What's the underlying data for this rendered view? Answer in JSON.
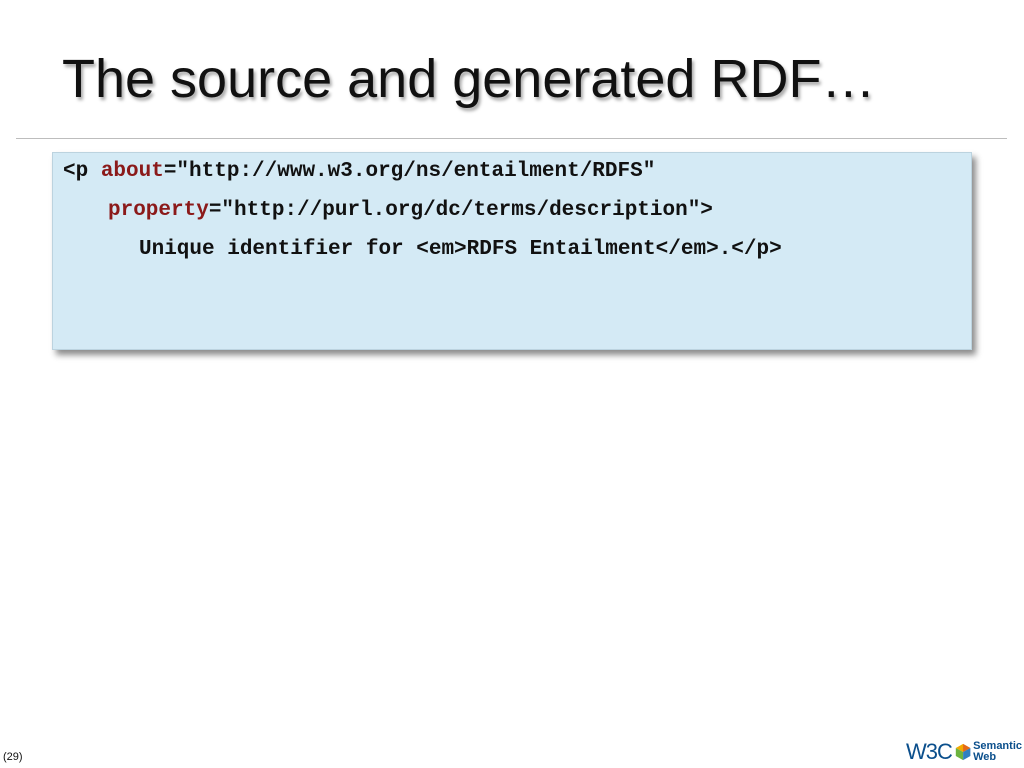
{
  "slide": {
    "title": "The source and generated RDF…",
    "page_number": "(29)"
  },
  "code": {
    "line1": {
      "prefix": "<p ",
      "attr": "about",
      "value": "=\"http://www.w3.org/ns/entailment/RDFS\""
    },
    "line2": {
      "attr": "property",
      "value": "=\"http://purl.org/dc/terms/description\">"
    },
    "line3": {
      "text": "Unique identifier for <em>RDFS Entailment</em>.</p>"
    }
  },
  "logo": {
    "w3c": "W3C",
    "line1": "Semantic",
    "line2": "Web",
    "icon": "semantic-web-cube-icon"
  },
  "colors": {
    "code_background": "#d4eaf5",
    "attribute_name": "#8b1a1a",
    "logo_blue": "#0b4f8c"
  }
}
